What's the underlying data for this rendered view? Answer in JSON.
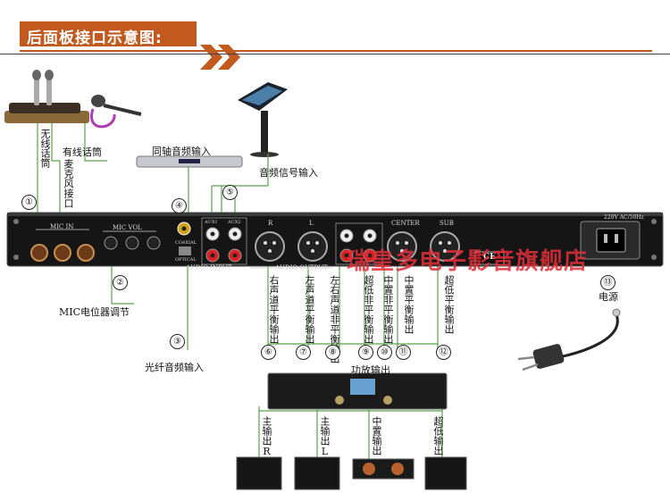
{
  "header": {
    "title": "后面板接口示意图:"
  },
  "inputs": {
    "wireless_mic": "无线话筒",
    "wired_mic": "有线话筒",
    "mic_jack": "麦克风接口",
    "coaxial_input": "同轴音频输入",
    "audio_signal_input": "音频信号输入",
    "mic_pot": "MIC电位器调节",
    "optical_input": "光纤音频输入"
  },
  "panel": {
    "mic_in": "MIC IN",
    "mic_vol": "MIC VOL",
    "coaxial": "COAXIAL",
    "optical": "OPTICAL",
    "audio_input": "AUDIO INPUT",
    "aux1": "AUX1",
    "aux2": "AUX2",
    "audio_output": "AUDIO OUTPUT",
    "ch_r": "R",
    "ch_l": "L",
    "center": "CENTER",
    "sub": "SUB",
    "power_rating": "220V AC/50Hz",
    "ce": "CE"
  },
  "outputs": {
    "right_balanced": "右声道平衡输出",
    "left_balanced": "左声道平衡输出",
    "lr_unbalanced": "左右声道非平衡输出",
    "sub_unbalanced": "超低非平衡输出",
    "center_unbalanced": "中置非平衡输出",
    "center_balanced": "中置平衡输出",
    "sub_balanced": "超低平衡输出",
    "power": "电源",
    "amp_output": "功放输出"
  },
  "speakers": {
    "main_r": "主输出R",
    "main_l": "主输出L",
    "center": "中置输出",
    "sub": "超低输出"
  },
  "numbers": [
    "①",
    "②",
    "③",
    "④",
    "⑤",
    "⑥",
    "⑦",
    "⑧",
    "⑨",
    "⑩",
    "⑪",
    "⑫",
    "⑬"
  ],
  "watermark": "瑞皇多电子影音旗舰店",
  "colors": {
    "header": "#c2591e",
    "wire": "#5aa04a",
    "watermark": "#e0303a"
  }
}
